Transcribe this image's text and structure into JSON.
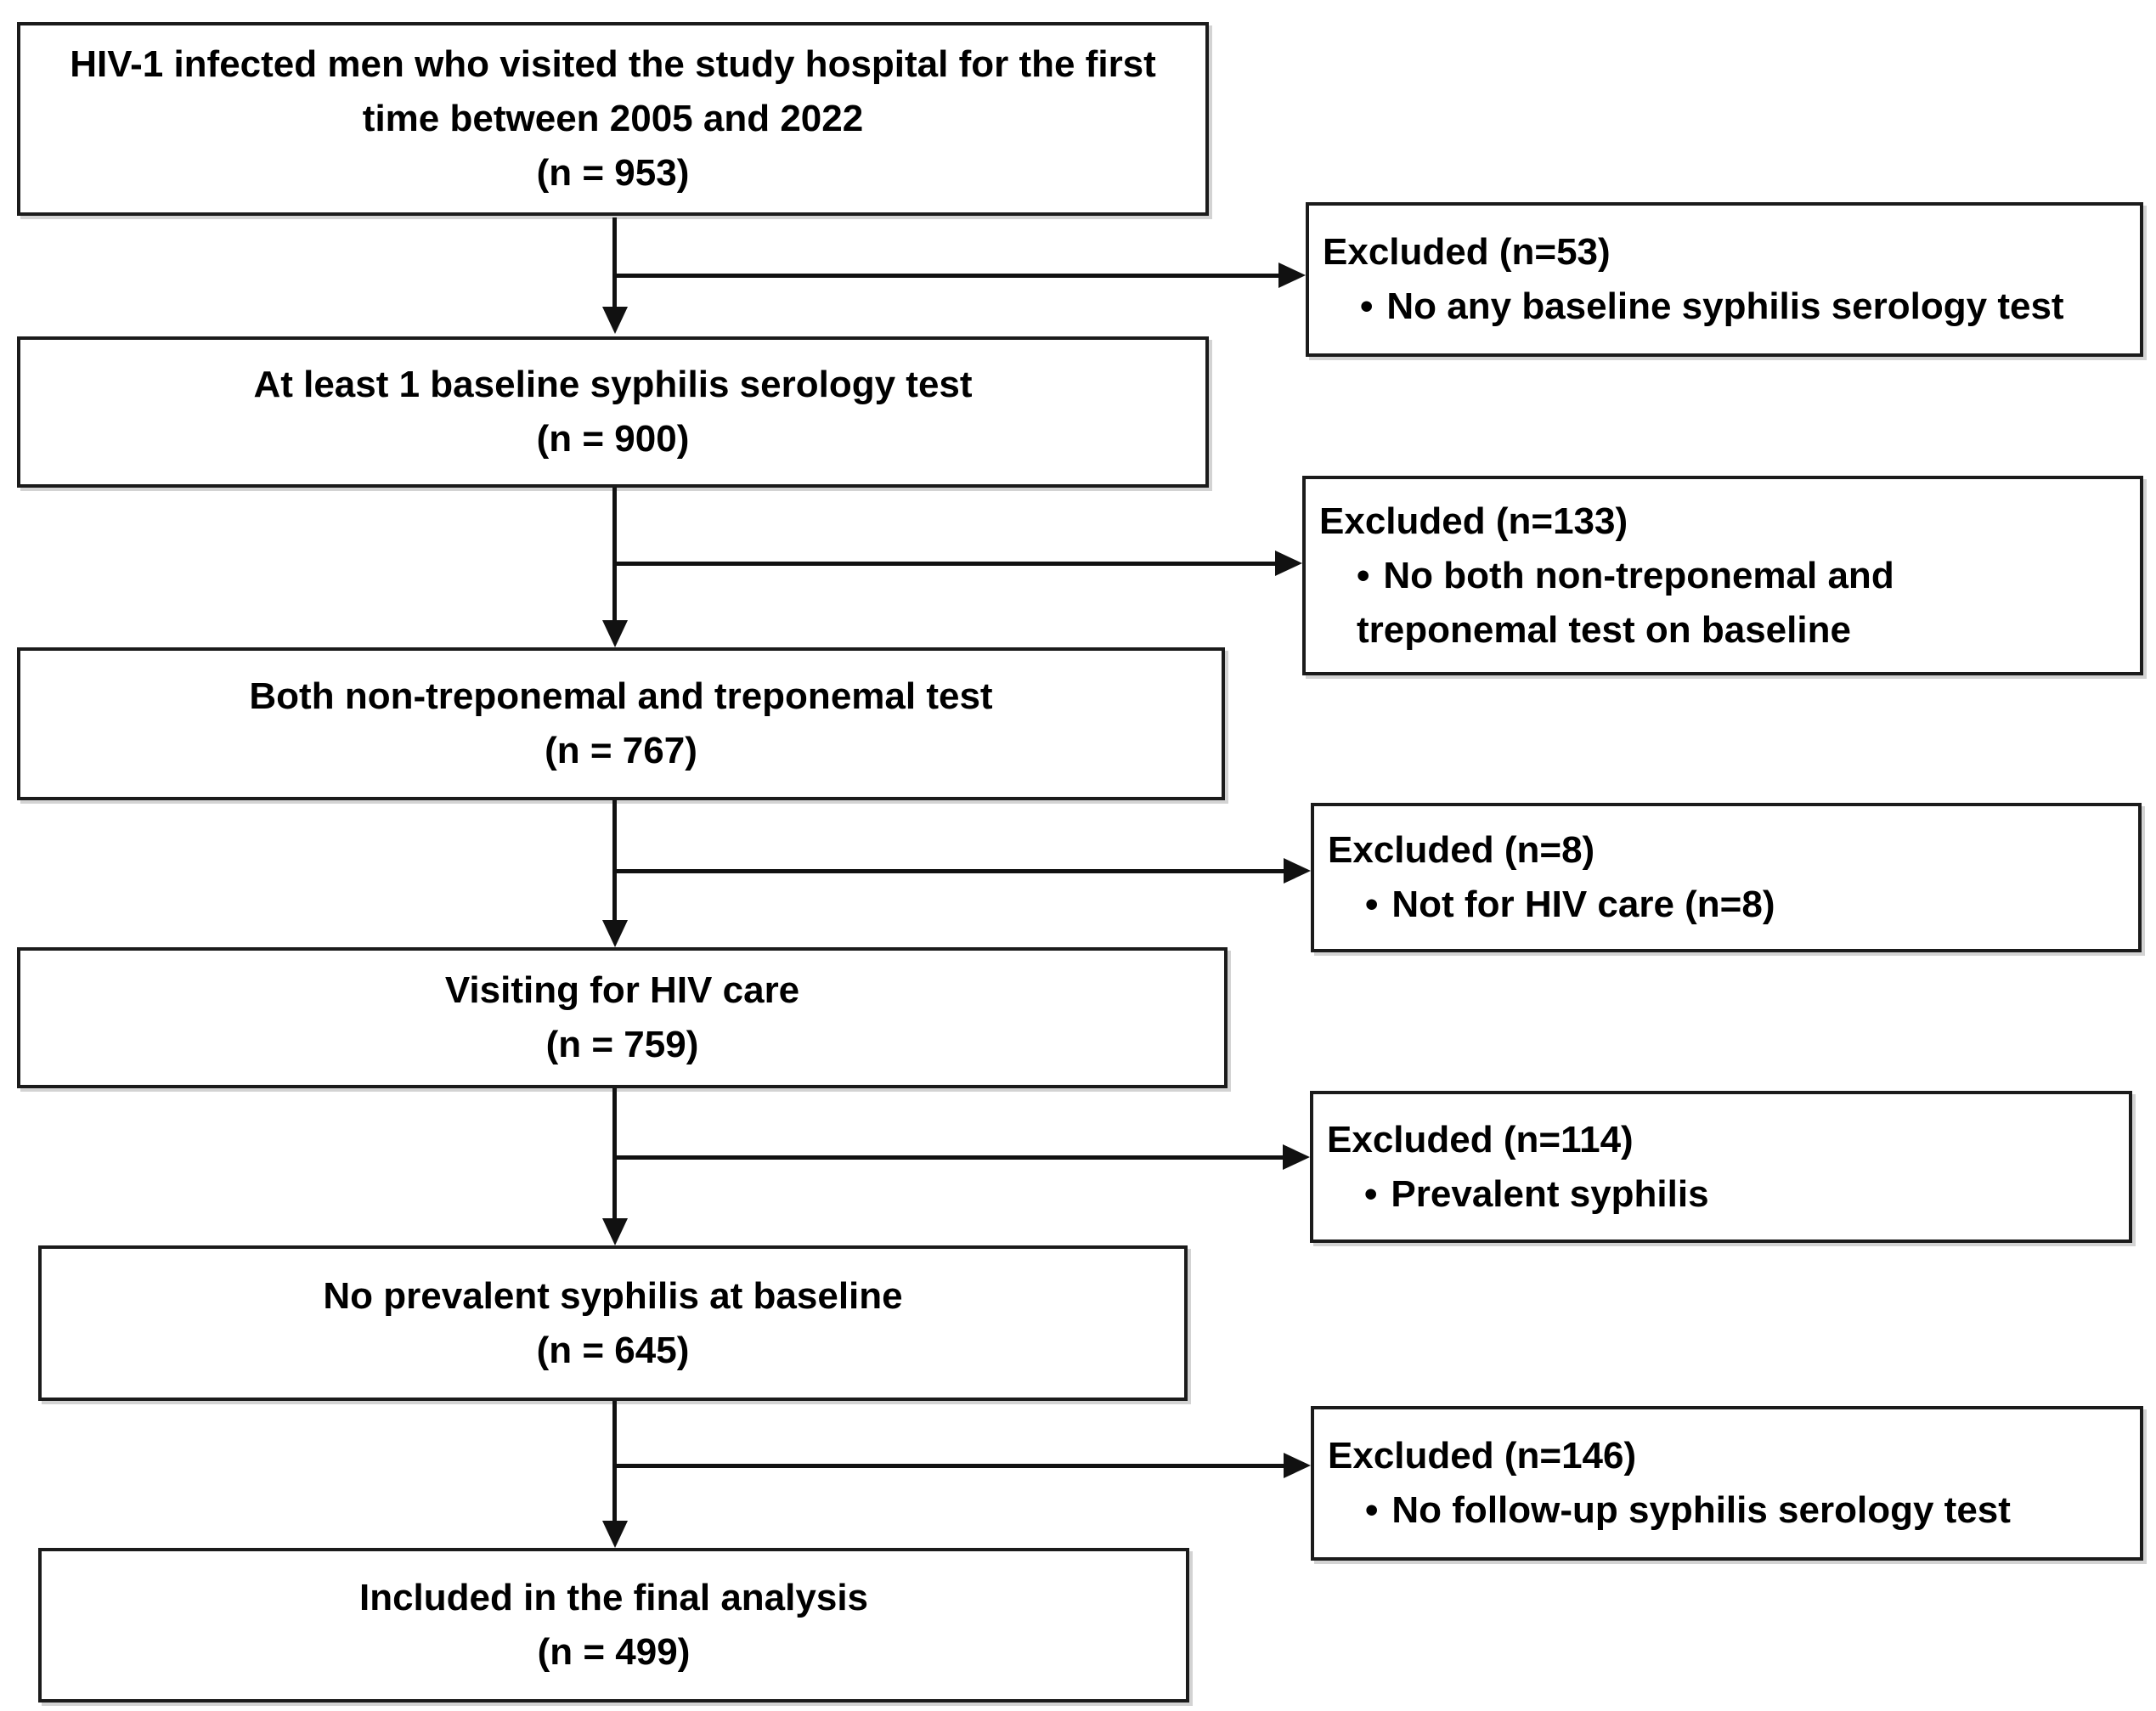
{
  "figure": {
    "type": "study-flow-diagram",
    "colors": {
      "background": "#ffffff",
      "box_border": "#1b1b1b",
      "text": "#000000",
      "arrow": "#111111"
    }
  },
  "glyphs": {
    "bullet": "•"
  },
  "flow": {
    "steps": [
      {
        "lines": [
          "HIV-1 infected men who visited the study hospital for the first",
          "time between 2005 and 2022",
          "(n = 953)"
        ]
      },
      {
        "lines": [
          "At least 1 baseline syphilis serology test",
          "(n = 900)"
        ]
      },
      {
        "lines": [
          "Both non-treponemal and treponemal test",
          "(n = 767)"
        ]
      },
      {
        "lines": [
          "Visiting for HIV care",
          "(n = 759)"
        ]
      },
      {
        "lines": [
          "No prevalent syphilis at baseline",
          "(n = 645)"
        ]
      },
      {
        "lines": [
          "Included  in the final analysis",
          "(n = 499)"
        ]
      }
    ],
    "exclusions": [
      {
        "title": "Excluded (n=53)",
        "bullet": "No any baseline syphilis serology test"
      },
      {
        "title": "Excluded (n=133)",
        "bullet": "No both non-treponemal and treponemal test on baseline"
      },
      {
        "title": "Excluded (n=8)",
        "bullet": "Not for HIV care (n=8)"
      },
      {
        "title": "Excluded (n=114)",
        "bullet": "Prevalent syphilis"
      },
      {
        "title": "Excluded (n=146)",
        "bullet": "No follow-up syphilis serology test"
      }
    ]
  }
}
